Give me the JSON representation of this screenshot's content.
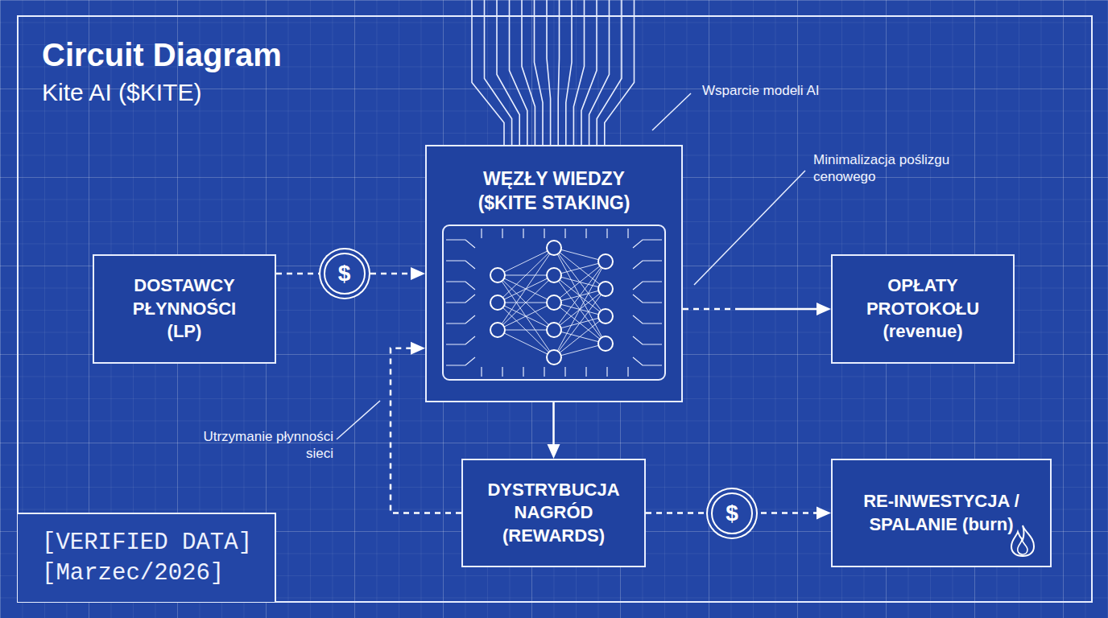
{
  "diagram": {
    "title": "Circuit Diagram",
    "caption": "Kite AI ($KITE)",
    "nodes": [
      {
        "text": [
          "DOSTAWCY PŁYNNOŚCI (LP)"
        ]
      },
      {
        "text": [
          "WĘZŁY WIEDZY ($KITE STAKING)"
        ]
      },
      {
        "text": [
          "OPŁATY PROTOKOŁU (revenue)"
        ]
      },
      {
        "text": [
          "DYSTRYBUCJA NAGRÓD (REWARDS)"
        ]
      },
      {
        "text": [
          "RE-INWESTYCJA / SPALANIE (burn)"
        ]
      },
      {
        "text": [
          "[VERIFIED DATA]",
          "[Marzec/2026]"
        ]
      }
    ],
    "edges": [
      {
        "from": 0,
        "to": 1,
        "label": "$",
        "arrow": "to"
      },
      {
        "from": 1,
        "to": 2,
        "arrow": "to"
      },
      {
        "from": 1,
        "to": 3,
        "arrow": "to"
      },
      {
        "from": 3,
        "to": 1,
        "arrow": "to"
      },
      {
        "from": 3,
        "to": 4,
        "label": "$",
        "arrow": "to"
      }
    ],
    "labels": [
      "Wsparcie modeli AI",
      "Minimalizacja poślizgu cenowego",
      "Utrzymanie płynności sieci"
    ]
  }
}
